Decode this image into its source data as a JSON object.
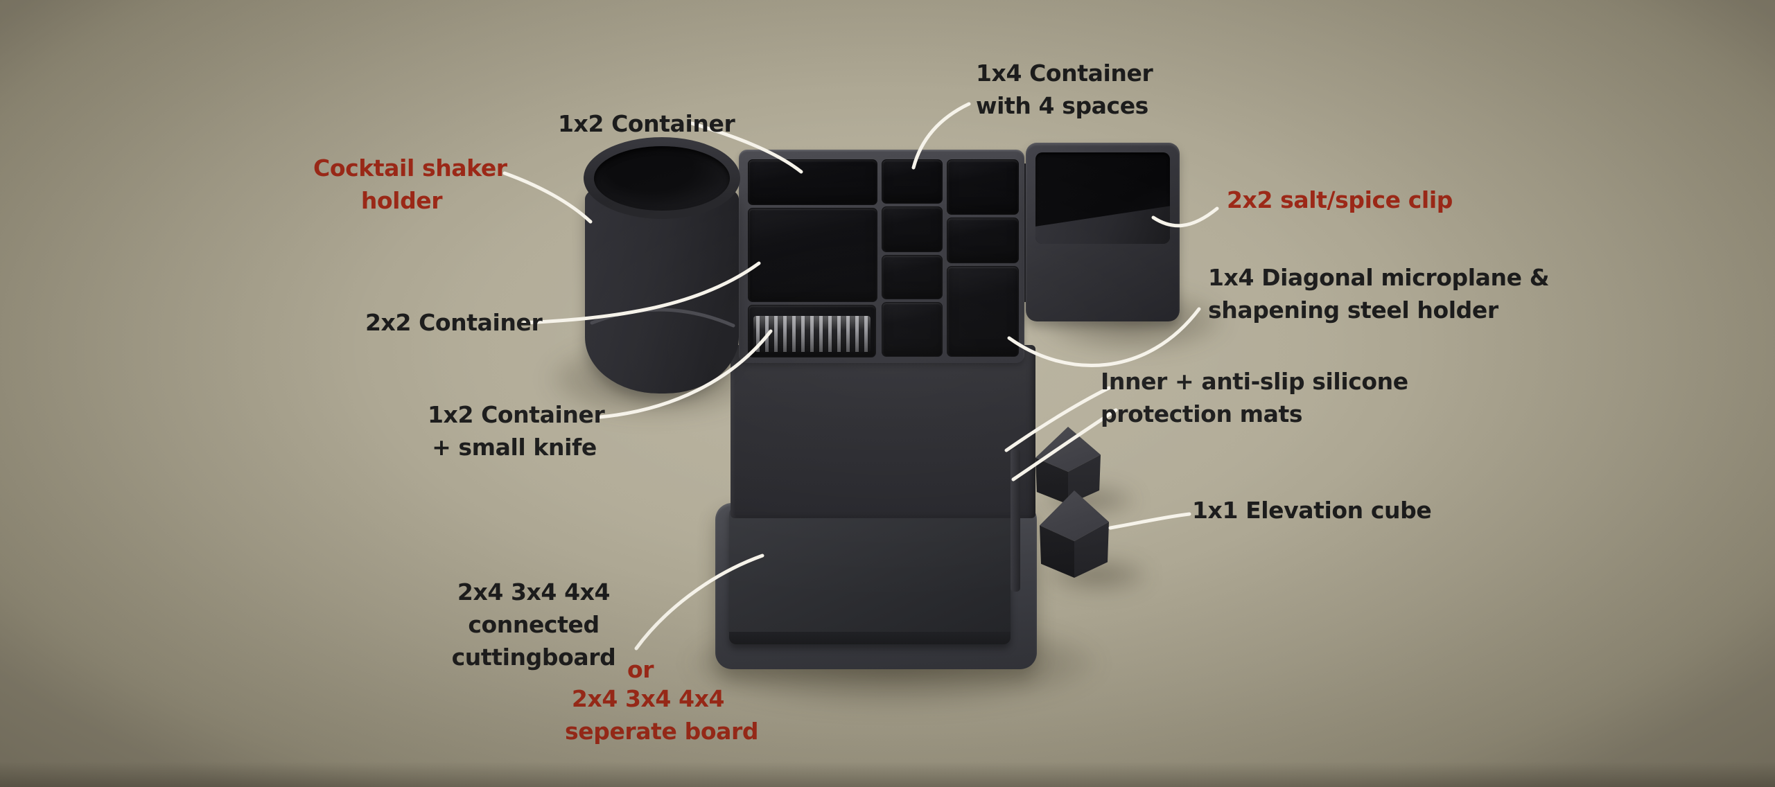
{
  "scene": {
    "description": "Annotated 3D render of a modular dark kitchen organizer system",
    "background": {
      "center": "#b9b39f",
      "edge": "#948e7a"
    },
    "colors": {
      "label_black": "#1c1c1c",
      "label_red": "#9c2817",
      "leader_line": "#f6f3ea",
      "object_dark": "#232327"
    }
  },
  "annotations": [
    {
      "name": "1x2-container",
      "color": "black",
      "lines": [
        "1x2 Container"
      ]
    },
    {
      "name": "1x4-container-with-4-spaces",
      "color": "black",
      "lines": [
        "1x4 Container",
        "with 4 spaces"
      ]
    },
    {
      "name": "cocktail-shaker-holder",
      "color": "red",
      "lines": [
        "Cocktail shaker",
        "holder"
      ]
    },
    {
      "name": "2x2-salt-spice-clip",
      "color": "red",
      "lines": [
        "2x2 salt/spice clip"
      ]
    },
    {
      "name": "1x4-diagonal-microplane-holder",
      "color": "black",
      "lines": [
        "1x4 Diagonal microplane &",
        "shapening steel holder"
      ]
    },
    {
      "name": "2x2-container",
      "color": "black",
      "lines": [
        "2x2 Container"
      ]
    },
    {
      "name": "1x2-container-small-knife",
      "color": "black",
      "lines": [
        "1x2 Container",
        "+ small knife"
      ]
    },
    {
      "name": "inner-anti-slip-mats",
      "color": "black",
      "lines": [
        "Inner + anti-slip silicone",
        "protection mats"
      ]
    },
    {
      "name": "1x1-elevation-cube",
      "color": "black",
      "lines": [
        "1x1 Elevation cube"
      ]
    },
    {
      "name": "connected-cuttingboard",
      "color": "black",
      "lines": [
        "2x4 3x4 4x4",
        "connected",
        "cuttingboard"
      ]
    },
    {
      "name": "or-conjunction",
      "color": "red",
      "lines": [
        "or"
      ]
    },
    {
      "name": "seperate-board",
      "color": "red",
      "lines": [
        "2x4 3x4 4x4",
        "seperate board"
      ]
    }
  ]
}
